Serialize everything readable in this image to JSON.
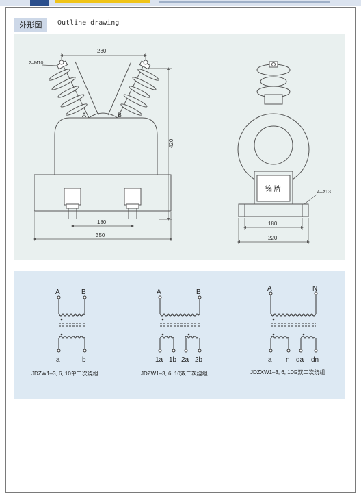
{
  "header": {
    "section_tag": "外形图",
    "section_title_en": "Outline drawing"
  },
  "outline": {
    "front_view": {
      "bolt_label": "2–M10",
      "terminal_a": "A",
      "terminal_b": "B",
      "dim_top": "230",
      "dim_height": "420",
      "dim_inner": "180",
      "dim_overall": "350"
    },
    "side_view": {
      "nameplate": "铭  牌",
      "holes_label": "4–ø13",
      "dim_inner": "180",
      "dim_overall": "220"
    }
  },
  "wiring": [
    {
      "top_terminals": [
        "A",
        "B"
      ],
      "bottom_terminals": [
        "a",
        "b"
      ],
      "caption": "JDZW1–3, 6, 10单二次绕组"
    },
    {
      "top_terminals": [
        "A",
        "B"
      ],
      "bottom_terminals": [
        "1a",
        "1b",
        "2a",
        "2b"
      ],
      "caption": "JDZW1–3, 6, 10双二次绕组"
    },
    {
      "top_terminals": [
        "A",
        "N"
      ],
      "bottom_terminals": [
        "a",
        "n",
        "da",
        "dn"
      ],
      "caption": "JDZXW1–3, 6, 10G双二次绕组"
    }
  ],
  "colors": {
    "drawing_bg": "#e9f0ef",
    "wiring_bg": "#dde9f3",
    "tag_bg": "#cdd8e8",
    "line": "#555555"
  }
}
